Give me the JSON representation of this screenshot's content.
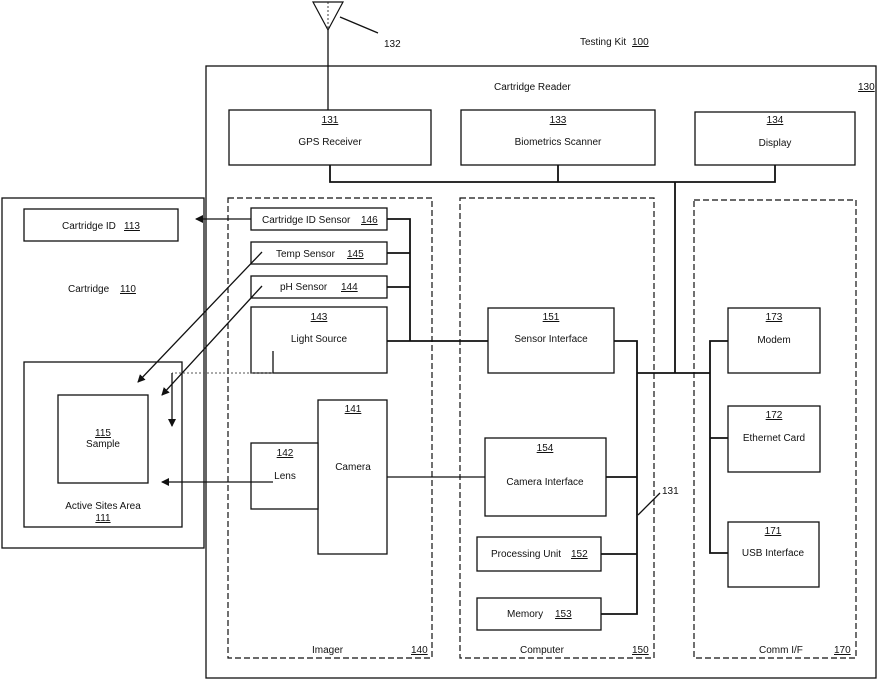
{
  "antenna": {
    "ref": "132"
  },
  "testing_kit": {
    "label": "Testing Kit",
    "ref": "100"
  },
  "cartridge_reader": {
    "label": "Cartridge Reader",
    "ref": "130"
  },
  "top_devices": [
    {
      "ref": "131",
      "label": "GPS Receiver"
    },
    {
      "ref": "133",
      "label": "Biometrics Scanner"
    },
    {
      "ref": "134",
      "label": "Display"
    }
  ],
  "cartridge": {
    "label": "Cartridge",
    "ref": "110",
    "cartridge_id": {
      "label": "Cartridge ID",
      "ref": "113"
    },
    "active_sites": {
      "label": "Active Sites Area",
      "ref": "111"
    },
    "sample": {
      "label": "Sample",
      "ref": "115"
    }
  },
  "imager": {
    "label": "Imager",
    "ref": "140",
    "cartridge_id_sensor": {
      "label": "Cartridge ID Sensor",
      "ref": "146"
    },
    "temp_sensor": {
      "label": "Temp Sensor",
      "ref": "145"
    },
    "ph_sensor": {
      "label": "pH Sensor",
      "ref": "144"
    },
    "light_source": {
      "label": "Light Source",
      "ref": "143"
    },
    "lens": {
      "label": "Lens",
      "ref": "142"
    },
    "camera": {
      "label": "Camera",
      "ref": "141"
    }
  },
  "computer": {
    "label": "Computer",
    "ref": "150",
    "sensor_interface": {
      "label": "Sensor Interface",
      "ref": "151"
    },
    "camera_interface": {
      "label": "Camera Interface",
      "ref": "154"
    },
    "processing_unit": {
      "label": "Processing Unit",
      "ref": "152"
    },
    "memory": {
      "label": "Memory",
      "ref": "153"
    },
    "bus_ref": "131"
  },
  "comm_if": {
    "label": "Comm I/F",
    "ref": "170",
    "modem": {
      "label": "Modem",
      "ref": "173"
    },
    "ethernet": {
      "label": "Ethernet Card",
      "ref": "172"
    },
    "usb": {
      "label": "USB Interface",
      "ref": "171"
    }
  }
}
